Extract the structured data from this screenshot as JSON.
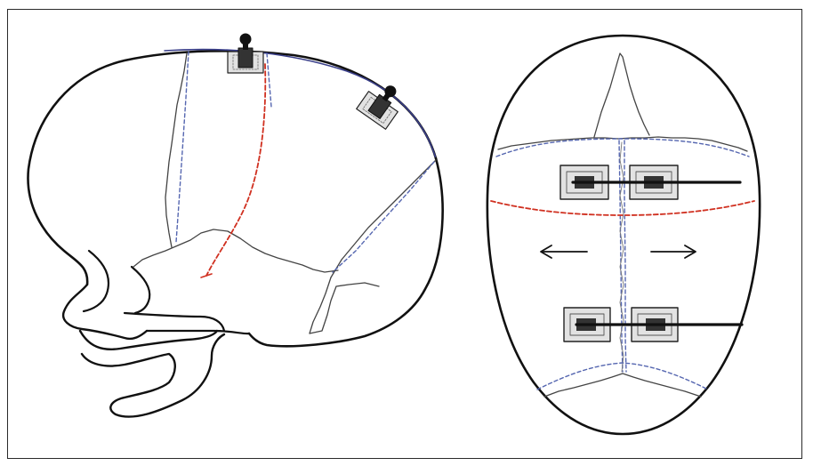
{
  "figure": {
    "views": [
      {
        "name": "lateral-view",
        "device_count": 2
      },
      {
        "name": "top-view",
        "device_count": 4
      }
    ],
    "arrows": [
      "left",
      "right"
    ],
    "colors": {
      "outline": "#111111",
      "suture_blue": "#5566b0",
      "cut_red": "#d03020",
      "device_fill": "#dcdcdc",
      "device_dark": "#333333"
    }
  }
}
